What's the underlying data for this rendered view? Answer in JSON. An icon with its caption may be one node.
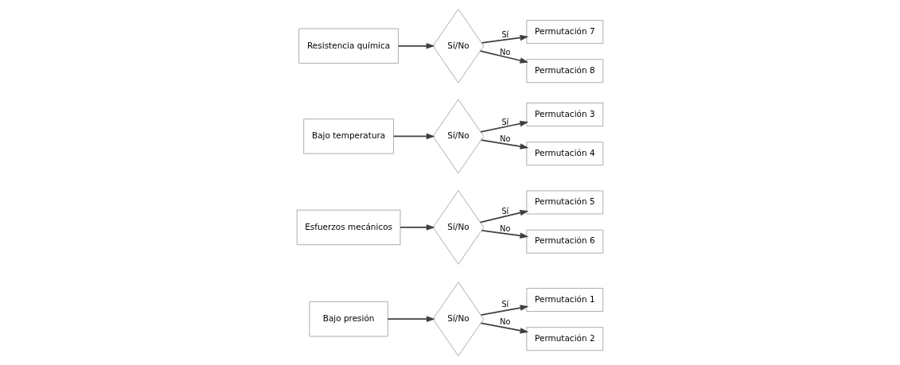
{
  "diagram": {
    "nodes": [
      {
        "text": [
          "Bajo presión"
        ]
      },
      {
        "text": [
          "Sí/No"
        ]
      },
      {
        "text": [
          "Permutación 1"
        ]
      },
      {
        "text": [
          "Permutación 2"
        ]
      },
      {
        "text": [
          "Esfuerzos mecánicos"
        ]
      },
      {
        "text": [
          "Sí/No"
        ]
      },
      {
        "text": [
          "Permutación 5"
        ]
      },
      {
        "text": [
          "Permutación 6"
        ]
      },
      {
        "text": [
          "Bajo temperatura"
        ]
      },
      {
        "text": [
          "Sí/No"
        ]
      },
      {
        "text": [
          "Permutación 3"
        ]
      },
      {
        "text": [
          "Permutación 4"
        ]
      },
      {
        "text": [
          "Resistencia química"
        ]
      },
      {
        "text": [
          "Sí/No"
        ]
      },
      {
        "text": [
          "Permutación 7"
        ]
      },
      {
        "text": [
          "Permutación 8"
        ]
      }
    ],
    "edges": [
      {
        "from": 0,
        "to": 1,
        "arrow": "to"
      },
      {
        "from": 1,
        "to": 2,
        "label": "Sí",
        "arrow": "to"
      },
      {
        "from": 1,
        "to": 3,
        "label": "No",
        "arrow": "to"
      },
      {
        "from": 4,
        "to": 5,
        "arrow": "to"
      },
      {
        "from": 5,
        "to": 6,
        "label": "Sí",
        "arrow": "to"
      },
      {
        "from": 5,
        "to": 7,
        "label": "No",
        "arrow": "to"
      },
      {
        "from": 8,
        "to": 9,
        "arrow": "to"
      },
      {
        "from": 9,
        "to": 10,
        "label": "Sí",
        "arrow": "to"
      },
      {
        "from": 9,
        "to": 11,
        "label": "No",
        "arrow": "to"
      },
      {
        "from": 12,
        "to": 13,
        "arrow": "to"
      },
      {
        "from": 13,
        "to": 14,
        "label": "Sí",
        "arrow": "to"
      },
      {
        "from": 13,
        "to": 15,
        "label": "No",
        "arrow": "to"
      }
    ]
  }
}
